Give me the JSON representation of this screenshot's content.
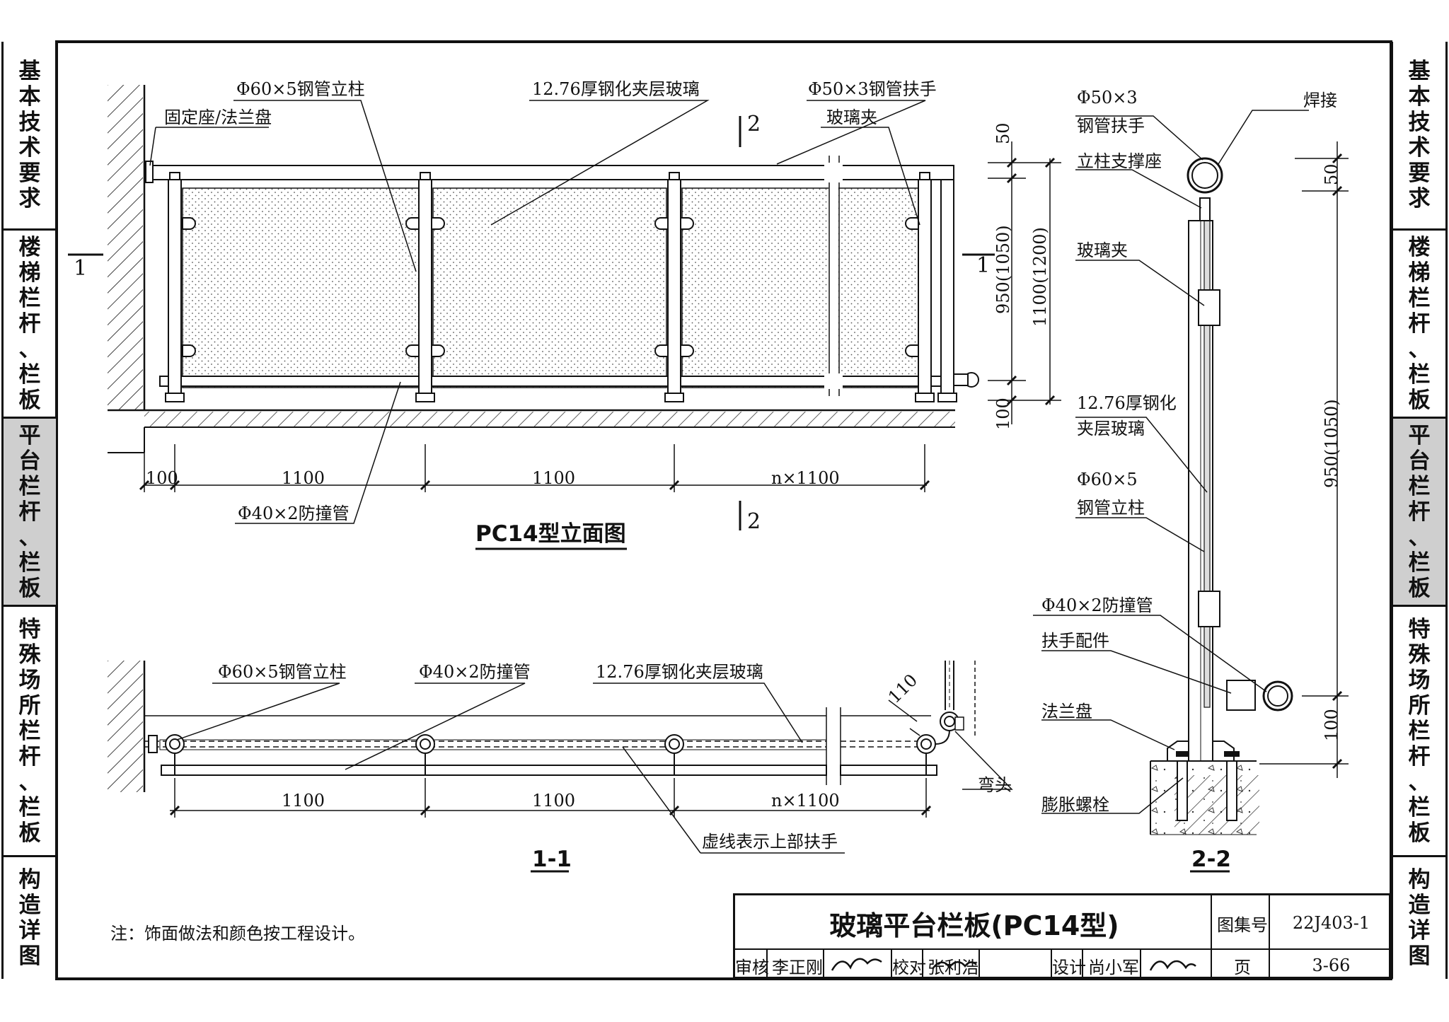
{
  "sidebar_left": [
    {
      "label": "基本技术要求",
      "active": false
    },
    {
      "label": "楼梯栏杆、栏板",
      "active": false
    },
    {
      "label": "平台栏杆、栏板",
      "active": true
    },
    {
      "label": "特殊场所栏杆、栏板",
      "active": false
    },
    {
      "label": "构造详图",
      "active": false
    }
  ],
  "sidebar_right": [
    {
      "label": "基本技术要求",
      "active": false
    },
    {
      "label": "楼梯栏杆、栏板",
      "active": false
    },
    {
      "label": "平台栏杆、栏板",
      "active": true
    },
    {
      "label": "特殊场所栏杆、栏板",
      "active": false
    },
    {
      "label": "构造详图",
      "active": false
    }
  ],
  "elevation": {
    "title": "PC14型立面图",
    "post_label": "Φ60×5钢管立柱",
    "glass_label": "12.76厚钢化夹层玻璃",
    "handrail_label": "Φ50×3钢管扶手",
    "base_label": "固定座/法兰盘",
    "clip_label": "玻璃夹",
    "guard_label": "Φ40×2防撞管",
    "section_mark_1": "1",
    "section_mark_2": "2",
    "dims": {
      "end": "100",
      "span1": "1100",
      "span2": "1100",
      "span_n": "n×1100"
    },
    "vdims": {
      "top": "50",
      "mid": "950(1050)",
      "total": "1100(1200)",
      "base": "100"
    }
  },
  "plan": {
    "title": "1-1",
    "post_label": "Φ60×5钢管立柱",
    "guard_label": "Φ40×2防撞管",
    "glass_label": "12.76厚钢化夹层玻璃",
    "elbow_label": "弯头",
    "dashed_label": "虚线表示上部扶手",
    "offset_dim": "110",
    "dims": {
      "span1": "1100",
      "span2": "1100",
      "span_n": "n×1100"
    }
  },
  "section": {
    "title": "2-2",
    "handrail_label_1": "Φ50×3",
    "handrail_label_2": "钢管扶手",
    "weld_label": "焊接",
    "support_label": "立柱支撑座",
    "clip_label": "玻璃夹",
    "glass_label_1": "12.76厚钢化",
    "glass_label_2": "夹层玻璃",
    "post_label_1": "Φ60×5",
    "post_label_2": "钢管立柱",
    "guard_label": "Φ40×2防撞管",
    "fitting_label": "扶手配件",
    "flange_label": "法兰盘",
    "bolt_label": "膨胀螺栓",
    "vdims": {
      "top": "50",
      "mid": "950(1050)",
      "base": "100"
    }
  },
  "note": "注：饰面做法和颜色按工程设计。",
  "title_block": {
    "title": "玻璃平台栏板(PC14型)",
    "atlas_label": "图集号",
    "atlas_no": "22J403-1",
    "review_label": "审核",
    "reviewer": "李正刚",
    "check_label": "校对",
    "checker": "张利浩",
    "design_label": "设计",
    "designer": "尚小军",
    "page_label": "页",
    "page_no": "3-66"
  }
}
